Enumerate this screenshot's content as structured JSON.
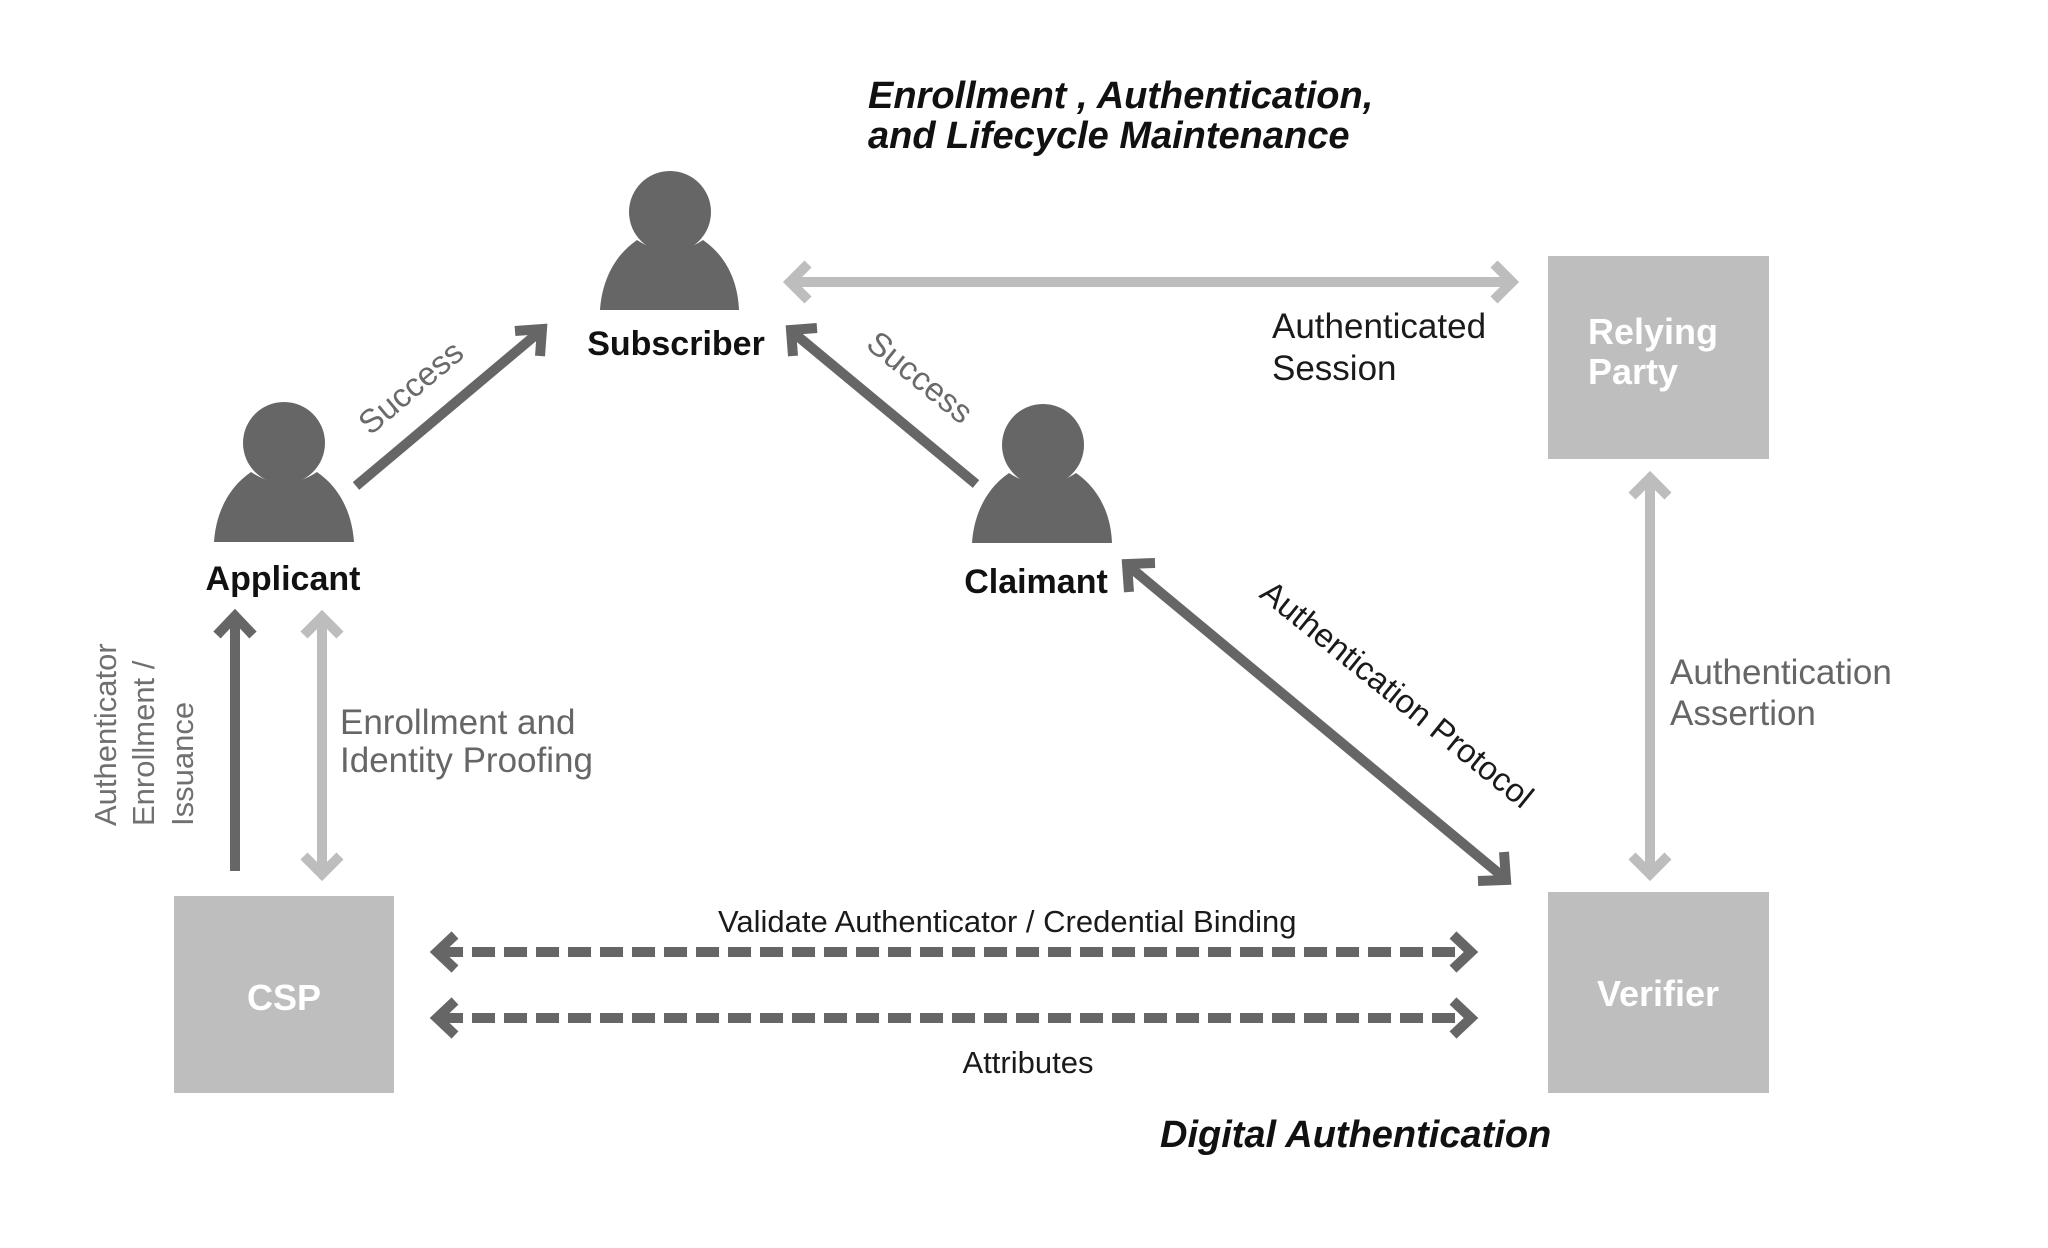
{
  "headings": {
    "top_line1": "Enrollment ,  Authentication,",
    "top_line2": "and Lifecycle Maintenance",
    "bottom": "Digital Authentication"
  },
  "actors": {
    "subscriber": "Subscriber",
    "applicant": "Applicant",
    "claimant": "Claimant"
  },
  "boxes": {
    "relying_party_line1": "Relying",
    "relying_party_line2": "Party",
    "csp": "CSP",
    "verifier": "Verifier"
  },
  "edges": {
    "authenticated_session_line1": "Authenticated",
    "authenticated_session_line2": "Session",
    "success_applicant": "Success",
    "success_claimant": "Success",
    "authentication_protocol": "Authentication Protocol",
    "authentication_assertion_line1": "Authentication",
    "authentication_assertion_line2": "Assertion",
    "enrollment_proofing_line1": "Enrollment and",
    "enrollment_proofing_line2": "Identity Proofing",
    "authenticator_issuance_line1": "Authenticator",
    "authenticator_issuance_line2": "Enrollment /",
    "authenticator_issuance_line3": "Issuance",
    "validate_binding": "Validate Authenticator / Credential Binding",
    "attributes": "Attributes"
  },
  "colors": {
    "dark": "#666666",
    "light": "#bdbdbd",
    "box_fill": "#bebebe",
    "text": "#111111"
  }
}
